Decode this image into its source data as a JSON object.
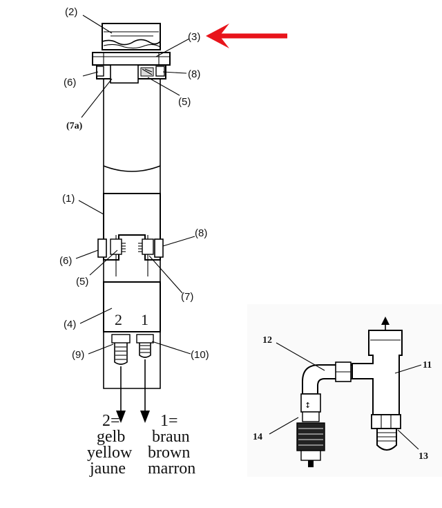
{
  "main_diagram": {
    "callouts": {
      "c2": "(2)",
      "c3": "(3)",
      "c6_top": "(6)",
      "c8_top": "(8)",
      "c5_top": "(5)",
      "c7a": "(7a)",
      "c1": "(1)",
      "c8_mid": "(8)",
      "c6_mid": "(6)",
      "c5_mid": "(5)",
      "c7": "(7)",
      "c4": "(4)",
      "c9": "(9)",
      "c10": "(10)"
    },
    "terminal_labels": {
      "t2": "2",
      "t1": "1"
    },
    "wire_legend": {
      "left": {
        "line1": "2=",
        "line2": "gelb",
        "line3": "yellow",
        "line4": "jaune"
      },
      "right": {
        "line1": "1=",
        "line2": "braun",
        "line3": "brown",
        "line4": "marron"
      }
    },
    "arrow_color": "#e8141b"
  },
  "inset_diagram": {
    "callouts": {
      "n11": "11",
      "n12": "12",
      "n13": "13",
      "n14": "14"
    }
  }
}
